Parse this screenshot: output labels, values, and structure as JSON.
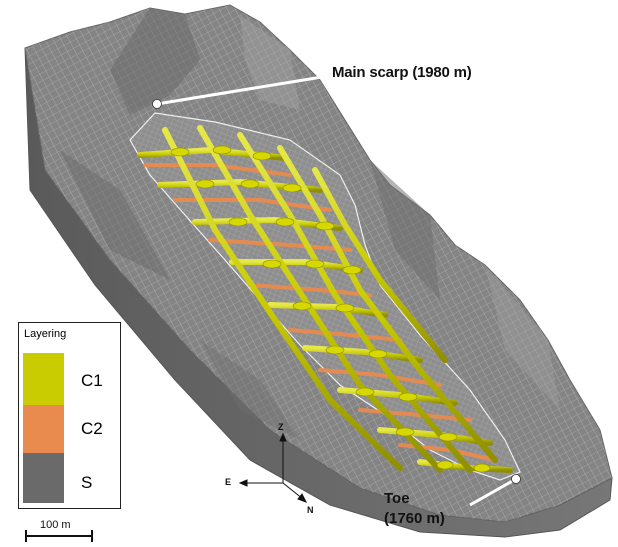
{
  "annotations": {
    "main_scarp": "Main scarp (1980 m)",
    "toe_line1": "Toe",
    "toe_line2": "(1760 m)"
  },
  "legend": {
    "title": "Layering",
    "items": [
      {
        "label": "C1",
        "color": "#c8cc00"
      },
      {
        "label": "C2",
        "color": "#e98b4f"
      },
      {
        "label": "S",
        "color": "#6a6a6a"
      }
    ]
  },
  "scale_bar": {
    "label": "100 m"
  },
  "axes": {
    "z": "Z",
    "e": "E",
    "n": "N"
  },
  "colors": {
    "terrain": "#7a7a7a",
    "terrain_light": "#9a9a9a",
    "slide": "#8c8c8c",
    "beam_c1": "#c8cc00",
    "beam_c2": "#e98b4f"
  }
}
